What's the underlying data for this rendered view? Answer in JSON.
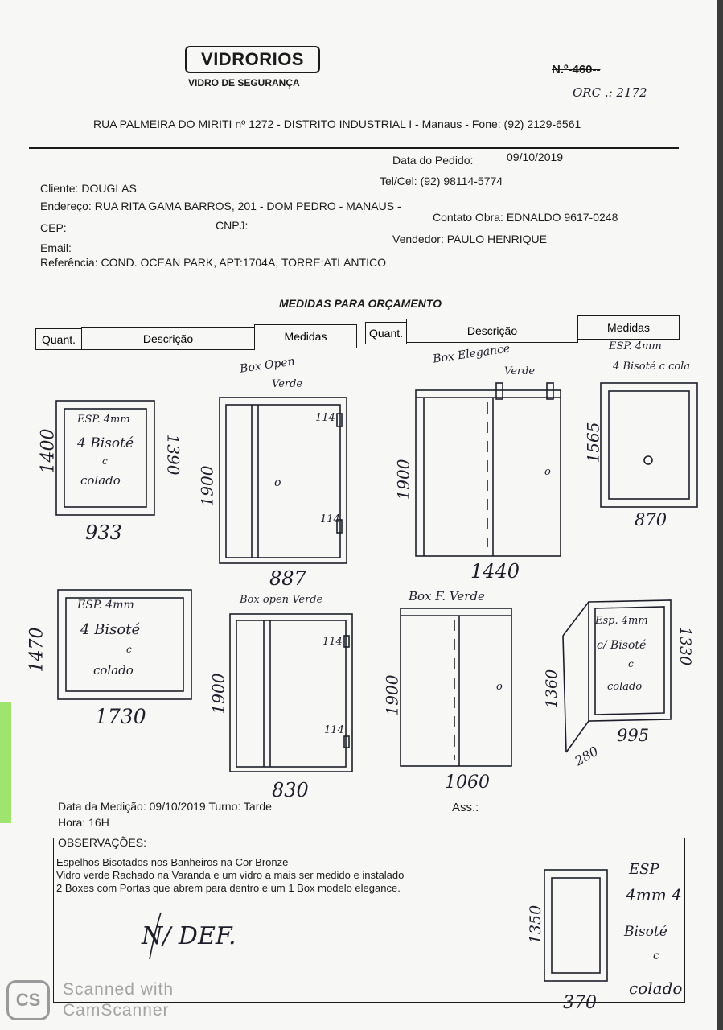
{
  "header": {
    "logo": "VIDRORIOS",
    "logo_subtitle": "VIDRO DE SEGURANÇA",
    "order_number": "N.º-460--",
    "orc_note": "ORC .: 2172",
    "address_line": "RUA PALMEIRA DO MIRITI nº 1272 - DISTRITO INDUSTRIAL I - Manaus - Fone: (92) 2129-6561"
  },
  "client": {
    "date_label": "Data do Pedido:",
    "date_value": "09/10/2019",
    "cliente": "Cliente: DOUGLAS",
    "telcel": "Tel/Cel: (92) 98114-5774",
    "endereco": "Endereço: RUA RITA GAMA BARROS, 201 - DOM PEDRO - MANAUS -",
    "cep": "CEP:",
    "cnpj": "CNPJ:",
    "contato": "Contato Obra: EDNALDO 9617-0248",
    "email": "Email:",
    "vendedor": "Vendedor: PAULO HENRIQUE",
    "referencia": "Referência: COND. OCEAN PARK, APT:1704A, TORRE:ATLANTICO"
  },
  "table": {
    "title": "MEDIDAS PARA ORÇAMENTO",
    "col_quant": "Quant.",
    "col_descricao": "Descrição",
    "col_medidas": "Medidas"
  },
  "sketches": {
    "mirror1": {
      "note_lines": [
        "ESP. 4mm",
        "4 Bisoté",
        "c",
        "colado"
      ],
      "height_left": "1400",
      "height_right": "1390",
      "width": "933"
    },
    "box_open1": {
      "title_lines": [
        "Box Open",
        "Verde"
      ],
      "height": "1900",
      "hinge_top": "114",
      "hinge_bottom": "114",
      "handle": "o",
      "width": "887"
    },
    "box_elegance": {
      "title_lines": [
        "Box Elegance",
        "Verde"
      ],
      "height": "1900",
      "handle": "o",
      "width": "1440"
    },
    "mirror2": {
      "note_lines": [
        "ESP. 4mm",
        "4 Bisoté c cola"
      ],
      "height": "1565",
      "width": "870",
      "center": "o"
    },
    "mirror3": {
      "note_lines": [
        "ESP. 4mm",
        "4 Bisoté",
        "c",
        "colado"
      ],
      "height": "1470",
      "width": "1730"
    },
    "box_open2": {
      "title": "Box open Verde",
      "height": "1900",
      "hinge_top": "114",
      "hinge_bottom": "114",
      "width": "830"
    },
    "box_fixo": {
      "title": "Box F. Verde",
      "height": "1900",
      "handle": "o",
      "width": "1060"
    },
    "mirror4": {
      "note_lines": [
        "Esp. 4mm",
        "c/ Bisoté",
        "c",
        "colado"
      ],
      "height_left": "1360",
      "height_right": "1330",
      "width": "995",
      "depth": "280"
    },
    "mirror5": {
      "note_lines": [
        "ESP",
        "4mm 4",
        "Bisoté",
        "c",
        "colado"
      ],
      "height": "1350",
      "width": "370"
    }
  },
  "footer": {
    "medicao": "Data da Medição: 09/10/2019  Turno: Tarde",
    "hora": "Hora: 16H",
    "ass": "Ass.:",
    "obs_label": "OBSERVAÇÕES:",
    "obs_lines": [
      "Espelhos Bisotados nos Banheiros na Cor Bronze",
      "Vidro verde Rachado na Varanda e um vidro a mais ser medido e instalado",
      "2 Boxes com Portas que abrem para dentro e um 1 Box modelo elegance."
    ],
    "signature": "N/ DEF."
  },
  "scanner": {
    "line1": "Scanned with",
    "line2": "CamScanner",
    "logo": "CS"
  }
}
